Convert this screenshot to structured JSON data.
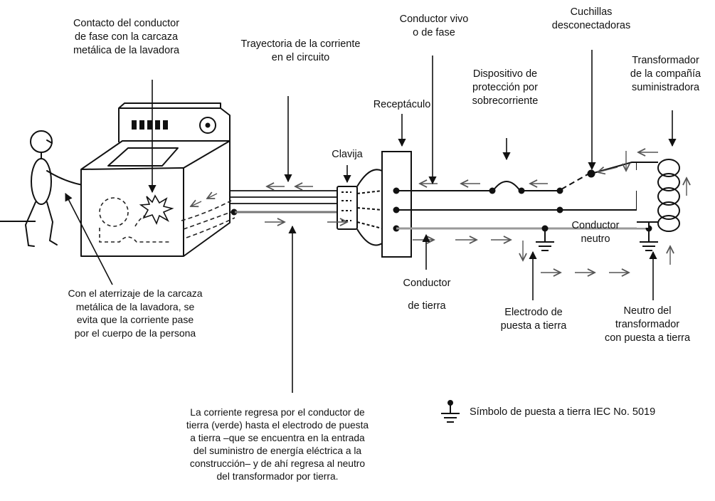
{
  "labels": {
    "contact": "Contacto del conductor\nde fase con la carcaza\nmetálica de la lavadora",
    "path": "Trayectoria de la corriente\nen el circuito",
    "live": "Conductor vivo\no de fase",
    "blades": "Cuchillas\ndesconectadoras",
    "transformer": "Transformador\nde la compañía\nsuministradora",
    "receptacle": "Receptáculo",
    "protection": "Dispositivo de\nprotección por\nsobrecorriente",
    "plug": "Clavija",
    "neutral": "Conductor\nneutro",
    "ground_conductor": "Conductor\n\nde tierra",
    "electrode": "Electrodo de\npuesta a tierra",
    "transformer_neutral": "Neutro del\ntransformador\ncon puesta a tierra",
    "grounding_note": "Con el aterrizaje de la carcaza\nmetálica de la lavadora, se\nevita que la corriente pase\npor el cuerpo de la persona",
    "return_note": "La corriente regresa por el conductor de\ntierra (verde) hasta el electrodo de puesta\na tierra –que se encuentra en la entrada\ndel suministro de energía eléctrica a la\nconstrucción– y de ahí regresa al neutro\ndel transformador por tierra.",
    "legend": "Símbolo de puesta a tierra IEC No. 5019"
  }
}
